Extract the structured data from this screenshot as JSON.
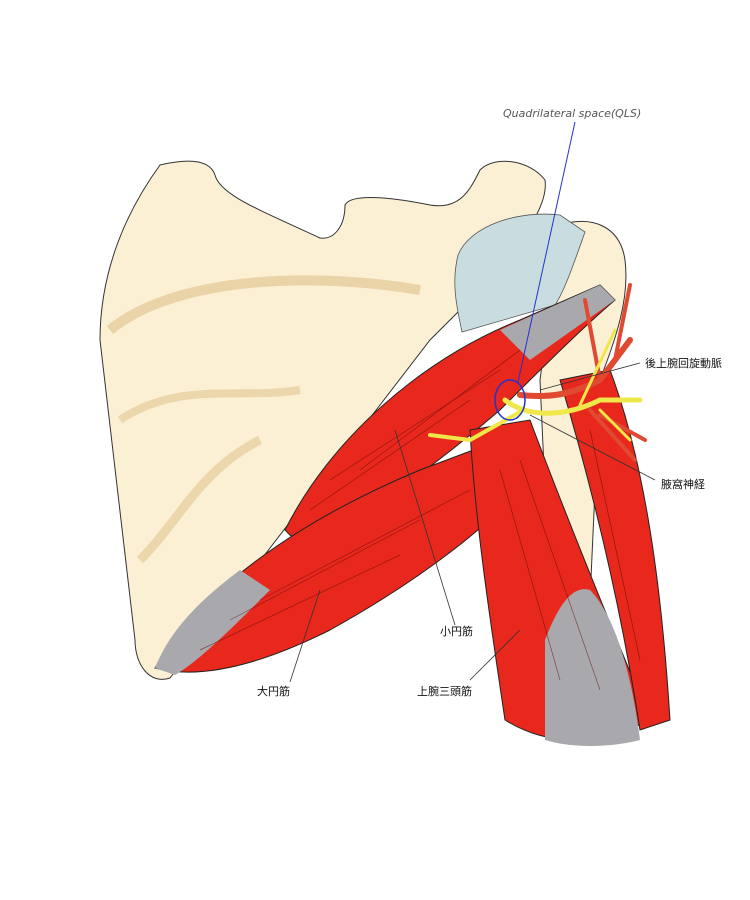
{
  "labels": {
    "qls": "Quadrilateral space(QLS)",
    "posterior_circumflex_humeral_artery": "後上腕回旋動脈",
    "axillary_nerve": "腋窩神経",
    "teres_minor": "小円筋",
    "teres_major": "大円筋",
    "triceps_brachii": "上腕三頭筋"
  },
  "colors": {
    "bone": "#fbefd4",
    "cartilage": "#c9dde0",
    "muscle": "#e8281c",
    "tendon": "#a9a9ad",
    "nerve": "#f0e84a",
    "artery": "#e04a30",
    "qls_marker": "#2233cc"
  }
}
